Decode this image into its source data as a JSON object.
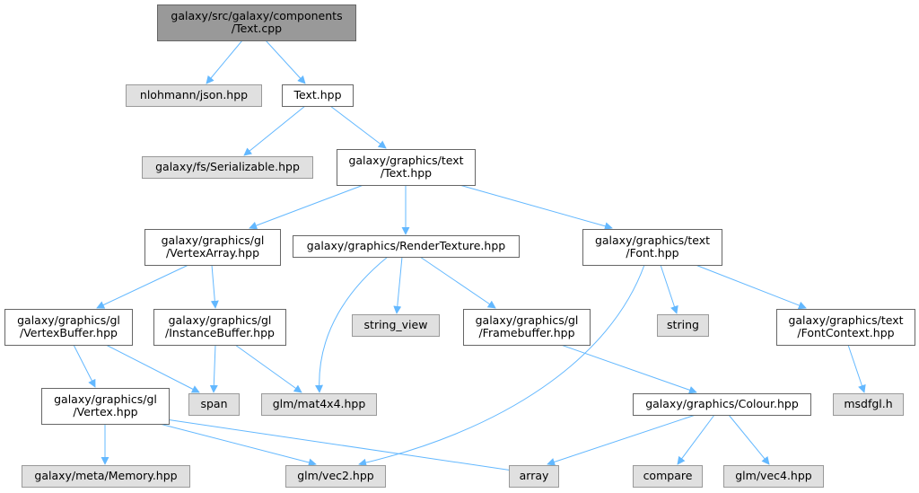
{
  "colors": {
    "root_fill": "#999999",
    "root_stroke": "#666666",
    "file_fill": "#ffffff",
    "file_stroke": "#666666",
    "external_fill": "#e0e0e0",
    "external_stroke": "#999999",
    "edge": "#63b8ff"
  },
  "nodes": [
    {
      "id": "text_cpp",
      "kind": "root",
      "lines": [
        "galaxy/src/galaxy/components",
        "/Text.cpp"
      ]
    },
    {
      "id": "json_hpp",
      "kind": "external",
      "lines": [
        "nlohmann/json.hpp"
      ]
    },
    {
      "id": "text_hpp",
      "kind": "file",
      "lines": [
        "Text.hpp"
      ]
    },
    {
      "id": "serializable",
      "kind": "external",
      "lines": [
        "galaxy/fs/Serializable.hpp"
      ]
    },
    {
      "id": "gfx_text_hpp",
      "kind": "file",
      "lines": [
        "galaxy/graphics/text",
        "/Text.hpp"
      ]
    },
    {
      "id": "vertex_array",
      "kind": "file",
      "lines": [
        "galaxy/graphics/gl",
        "/VertexArray.hpp"
      ]
    },
    {
      "id": "render_texture",
      "kind": "file",
      "lines": [
        "galaxy/graphics/RenderTexture.hpp"
      ]
    },
    {
      "id": "font_hpp",
      "kind": "file",
      "lines": [
        "galaxy/graphics/text",
        "/Font.hpp"
      ]
    },
    {
      "id": "vertex_buffer",
      "kind": "file",
      "lines": [
        "galaxy/graphics/gl",
        "/VertexBuffer.hpp"
      ]
    },
    {
      "id": "instance_buffer",
      "kind": "file",
      "lines": [
        "galaxy/graphics/gl",
        "/InstanceBuffer.hpp"
      ]
    },
    {
      "id": "string_view",
      "kind": "external",
      "lines": [
        "string_view"
      ]
    },
    {
      "id": "framebuffer",
      "kind": "file",
      "lines": [
        "galaxy/graphics/gl",
        "/Framebuffer.hpp"
      ]
    },
    {
      "id": "string",
      "kind": "external",
      "lines": [
        "string"
      ]
    },
    {
      "id": "font_context",
      "kind": "file",
      "lines": [
        "galaxy/graphics/text",
        "/FontContext.hpp"
      ]
    },
    {
      "id": "span",
      "kind": "external",
      "lines": [
        "span"
      ]
    },
    {
      "id": "mat4x4",
      "kind": "external",
      "lines": [
        "glm/mat4x4.hpp"
      ]
    },
    {
      "id": "msdfgl",
      "kind": "external",
      "lines": [
        "msdfgl.h"
      ]
    },
    {
      "id": "vertex_hpp",
      "kind": "file",
      "lines": [
        "galaxy/graphics/gl",
        "/Vertex.hpp"
      ]
    },
    {
      "id": "colour_hpp",
      "kind": "file",
      "lines": [
        "galaxy/graphics/Colour.hpp"
      ]
    },
    {
      "id": "memory_hpp",
      "kind": "external",
      "lines": [
        "galaxy/meta/Memory.hpp"
      ]
    },
    {
      "id": "vec2",
      "kind": "external",
      "lines": [
        "glm/vec2.hpp"
      ]
    },
    {
      "id": "array",
      "kind": "external",
      "lines": [
        "array"
      ]
    },
    {
      "id": "compare",
      "kind": "external",
      "lines": [
        "compare"
      ]
    },
    {
      "id": "vec4",
      "kind": "external",
      "lines": [
        "glm/vec4.hpp"
      ]
    }
  ],
  "edges": [
    [
      "text_cpp",
      "json_hpp"
    ],
    [
      "text_cpp",
      "text_hpp"
    ],
    [
      "text_hpp",
      "serializable"
    ],
    [
      "text_hpp",
      "gfx_text_hpp"
    ],
    [
      "gfx_text_hpp",
      "vertex_array"
    ],
    [
      "gfx_text_hpp",
      "render_texture"
    ],
    [
      "gfx_text_hpp",
      "font_hpp"
    ],
    [
      "vertex_array",
      "vertex_buffer"
    ],
    [
      "vertex_array",
      "instance_buffer"
    ],
    [
      "render_texture",
      "mat4x4"
    ],
    [
      "render_texture",
      "string_view"
    ],
    [
      "render_texture",
      "framebuffer"
    ],
    [
      "font_hpp",
      "vec2"
    ],
    [
      "font_hpp",
      "string"
    ],
    [
      "font_hpp",
      "font_context"
    ],
    [
      "vertex_buffer",
      "vertex_hpp"
    ],
    [
      "vertex_buffer",
      "span"
    ],
    [
      "instance_buffer",
      "span"
    ],
    [
      "instance_buffer",
      "mat4x4"
    ],
    [
      "framebuffer",
      "colour_hpp"
    ],
    [
      "font_context",
      "msdfgl"
    ],
    [
      "vertex_hpp",
      "memory_hpp"
    ],
    [
      "vertex_hpp",
      "vec2"
    ],
    [
      "vertex_hpp",
      "array"
    ],
    [
      "colour_hpp",
      "array"
    ],
    [
      "colour_hpp",
      "compare"
    ],
    [
      "colour_hpp",
      "vec4"
    ]
  ]
}
